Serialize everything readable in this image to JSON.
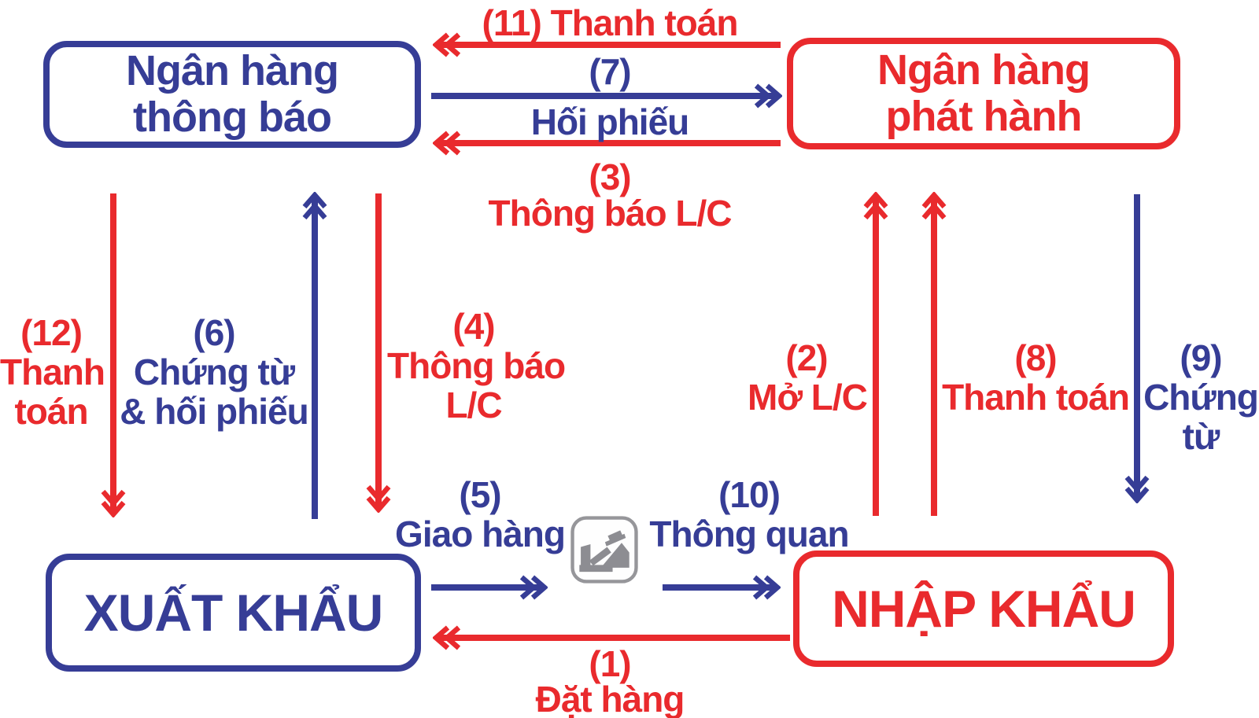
{
  "colors": {
    "red": "#e92a2d",
    "blue": "#363d96",
    "icon_gray": "#8d8d92",
    "icon_border": "#96969a"
  },
  "nodes": {
    "advising_bank": {
      "line1": "Ngân hàng",
      "line2": "thông báo"
    },
    "issuing_bank": {
      "line1": "Ngân hàng",
      "line2": "phát hành"
    },
    "exporter": {
      "label": "XUẤT KHẨU"
    },
    "importer": {
      "label": "NHẬP KHẨU"
    }
  },
  "flows": {
    "f1": {
      "num": "(1)",
      "line1": "Đặt hàng"
    },
    "f2": {
      "num": "(2)",
      "line1": "Mở L/C"
    },
    "f3": {
      "num": "(3)",
      "line1": "Thông báo L/C"
    },
    "f4": {
      "num": "(4)",
      "line1": "Thông báo",
      "line2": "L/C"
    },
    "f5": {
      "num": "(5)",
      "line1": "Giao hàng"
    },
    "f6": {
      "num": "(6)",
      "line1": "Chứng từ",
      "line2": "& hối phiếu"
    },
    "f7": {
      "num": "(7)",
      "line1": "Hối phiếu"
    },
    "f8": {
      "num": "(8)",
      "line1": "Thanh toán"
    },
    "f9": {
      "num": "(9)",
      "line1": "Chứng",
      "line2": "từ"
    },
    "f10": {
      "num": "(10)",
      "line1": "Thông quan"
    },
    "f11": {
      "num": "(11)",
      "line1": "Thanh toán"
    },
    "f12": {
      "num": "(12)",
      "line1": "Thanh",
      "line2": "toán"
    }
  }
}
